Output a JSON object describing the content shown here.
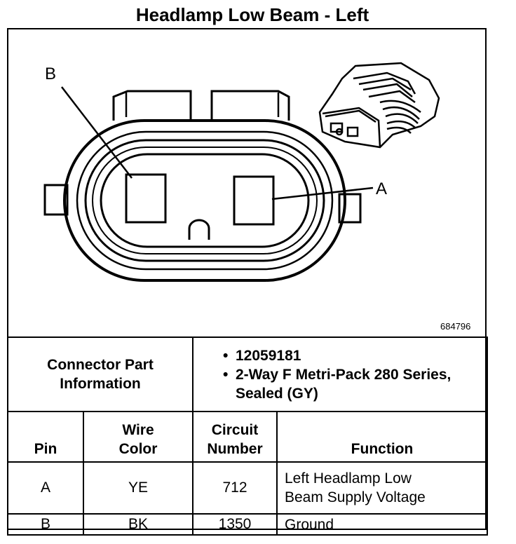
{
  "title": "Headlamp Low Beam - Left",
  "figure_id": "684796",
  "callouts": {
    "b": "B",
    "a": "A"
  },
  "connector_info": {
    "label": "Connector Part Information",
    "values": [
      "12059181",
      "2-Way F Metri-Pack 280 Series, Sealed (GY)"
    ]
  },
  "table": {
    "headers": {
      "pin": "Pin",
      "wire_color": "Wire Color",
      "circuit_number": "Circuit Number",
      "function": "Function"
    },
    "rows": [
      {
        "pin": "A",
        "wire_color": "YE",
        "circuit_number": "712",
        "function": "Left Headlamp Low Beam Supply Voltage"
      },
      {
        "pin": "B",
        "wire_color": "BK",
        "circuit_number": "1350",
        "function": "Ground"
      }
    ]
  }
}
